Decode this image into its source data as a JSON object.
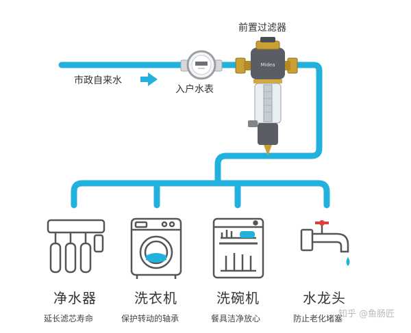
{
  "diagram": {
    "title": "前置过滤器",
    "source_label": "市政自来水",
    "meter_label": "入户水表",
    "brand_mark": "Midea",
    "colors": {
      "pipe": "#22b1dc",
      "pipe_dark": "#1a96bd",
      "arrow": "#22b1dc",
      "icon_stroke": "#555555",
      "filter_brass": "#c9a035",
      "filter_body": "#5a5e64"
    },
    "outlets": [
      {
        "name": "净水器",
        "desc": "延长滤芯寿命",
        "icon": "water-purifier-icon"
      },
      {
        "name": "洗衣机",
        "desc": "保护转动的轴承",
        "icon": "washing-machine-icon"
      },
      {
        "name": "洗碗机",
        "desc": "餐具洁净放心",
        "icon": "dishwasher-icon"
      },
      {
        "name": "水龙头",
        "desc": "防止老化堵塞",
        "icon": "faucet-icon"
      }
    ]
  },
  "watermark": "知乎 @鱼肠匠"
}
